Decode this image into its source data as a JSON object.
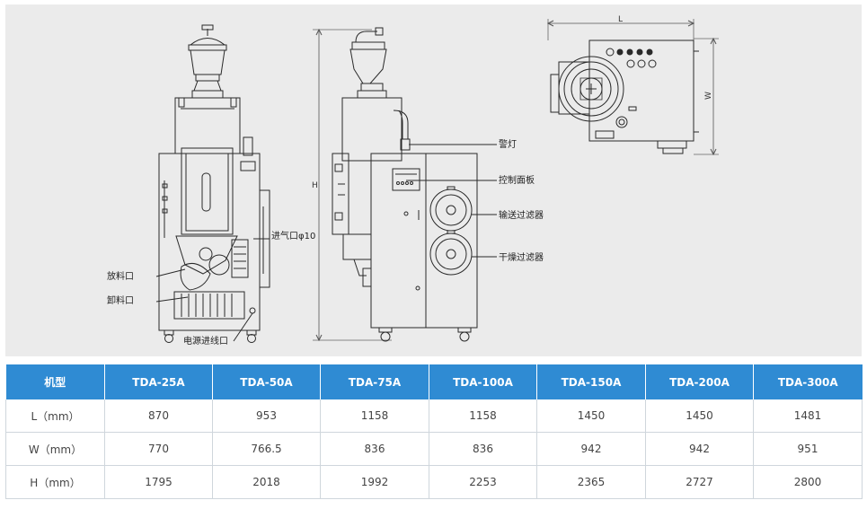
{
  "callouts": {
    "warning_light": "警灯",
    "control_panel": "控制面板",
    "conveying_filter": "输送过滤器",
    "drying_filter": "干燥过滤器",
    "air_inlet": "进气口φ10",
    "discharge_port": "放料口",
    "unload_port": "卸料口",
    "power_inlet": "电源进线口"
  },
  "dimensions": {
    "height": "H",
    "length": "L",
    "width": "W"
  },
  "spec_table": {
    "headers": [
      "机型",
      "TDA-25A",
      "TDA-50A",
      "TDA-75A",
      "TDA-100A",
      "TDA-150A",
      "TDA-200A",
      "TDA-300A"
    ],
    "rows": [
      [
        "L（mm）",
        "870",
        "953",
        "1158",
        "1158",
        "1450",
        "1450",
        "1481"
      ],
      [
        "W（mm）",
        "770",
        "766.5",
        "836",
        "836",
        "942",
        "942",
        "951"
      ],
      [
        "H（mm）",
        "1795",
        "2018",
        "1992",
        "2253",
        "2365",
        "2727",
        "2800"
      ]
    ]
  },
  "colors": {
    "header_bg": "#2f8bd3",
    "drawing_bg": "#ebebeb"
  }
}
